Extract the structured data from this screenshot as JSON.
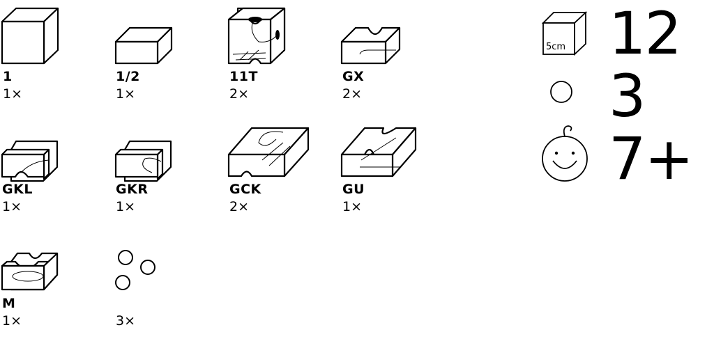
{
  "pieces": [
    {
      "code": "1",
      "qty": "1×",
      "icon": "cube-block-icon"
    },
    {
      "code": "1/2",
      "qty": "1×",
      "icon": "half-block-icon"
    },
    {
      "code": "11T",
      "qty": "2×",
      "icon": "tunnel-block-11t-icon"
    },
    {
      "code": "GX",
      "qty": "2×",
      "icon": "crossing-groove-block-icon"
    },
    {
      "code": "GKL",
      "qty": "1×",
      "icon": "curve-left-block-icon"
    },
    {
      "code": "GKR",
      "qty": "1×",
      "icon": "curve-right-block-icon"
    },
    {
      "code": "GCK",
      "qty": "2×",
      "icon": "curve-tunnel-block-icon"
    },
    {
      "code": "GU",
      "qty": "1×",
      "icon": "groove-under-block-icon"
    },
    {
      "code": "M",
      "qty": "1×",
      "icon": "marble-basin-block-icon"
    },
    {
      "code": "",
      "qty": "3×",
      "icon": "marbles-icon"
    }
  ],
  "summary": {
    "block_size_label": "5cm",
    "block_count": "12",
    "marble_count": "3",
    "age": "7+"
  }
}
